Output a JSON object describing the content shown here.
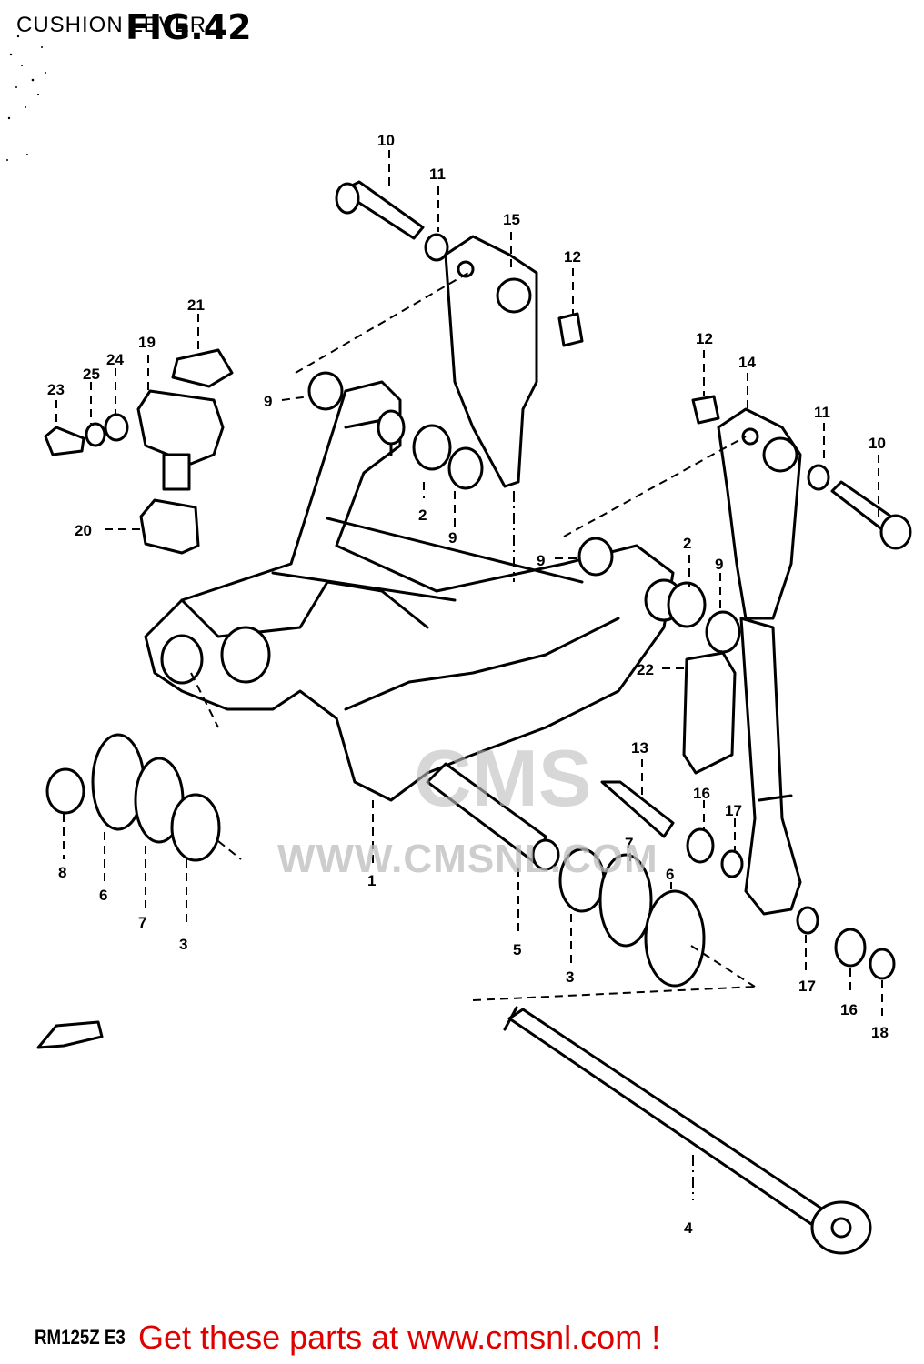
{
  "header": {
    "section_title": "CUSHION LEVER",
    "figure_number": "FIG.42"
  },
  "watermark": {
    "brand": "CMS",
    "url": "WWW.CMSNL.COM"
  },
  "footer": {
    "model_code": "RM125Z E3",
    "cta": "Get these parts at www.cmsnl.com !"
  },
  "parts": [
    {
      "label": "10"
    },
    {
      "label": "11"
    },
    {
      "label": "15"
    },
    {
      "label": "12"
    },
    {
      "label": "21"
    },
    {
      "label": "19"
    },
    {
      "label": "24"
    },
    {
      "label": "25"
    },
    {
      "label": "23"
    },
    {
      "label": "9"
    },
    {
      "label": "20"
    },
    {
      "label": "2"
    },
    {
      "label": "9"
    },
    {
      "label": "12"
    },
    {
      "label": "14"
    },
    {
      "label": "11"
    },
    {
      "label": "10"
    },
    {
      "label": "9"
    },
    {
      "label": "2"
    },
    {
      "label": "9"
    },
    {
      "label": "22"
    },
    {
      "label": "13"
    },
    {
      "label": "16"
    },
    {
      "label": "17"
    },
    {
      "label": "7"
    },
    {
      "label": "6"
    },
    {
      "label": "1"
    },
    {
      "label": "5"
    },
    {
      "label": "3"
    },
    {
      "label": "8"
    },
    {
      "label": "6"
    },
    {
      "label": "7"
    },
    {
      "label": "3"
    },
    {
      "label": "17"
    },
    {
      "label": "16"
    },
    {
      "label": "18"
    },
    {
      "label": "4"
    }
  ],
  "colors": {
    "line": "#000000",
    "cta": "#e00000",
    "watermark": "#bdbdbd"
  }
}
